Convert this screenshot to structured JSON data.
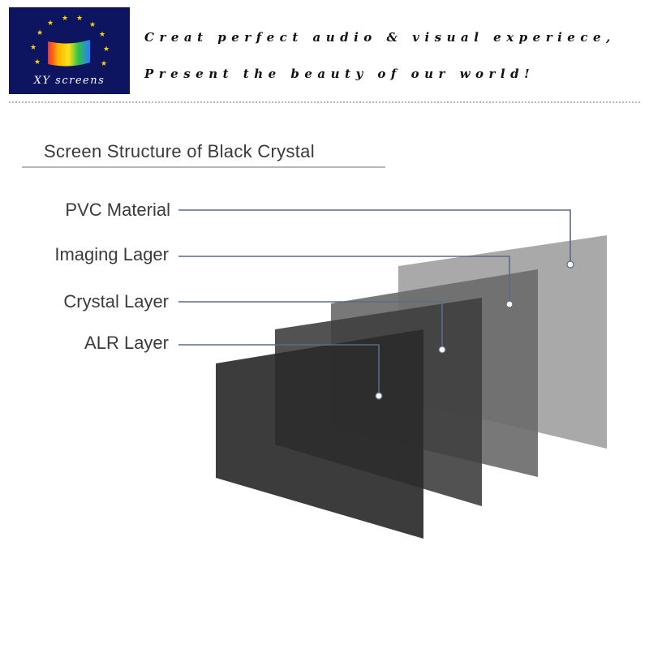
{
  "brand": {
    "name": "XY screens"
  },
  "header": {
    "slogan_line1": "Creat perfect audio & visual experiece,",
    "slogan_line2": "Present the beauty of our world!"
  },
  "diagram": {
    "title": "Screen Structure of Black Crystal",
    "layers": [
      {
        "label": "PVC Material",
        "color": "#a9a9a9"
      },
      {
        "label": "Imaging Lager",
        "color": "#6c6c6c"
      },
      {
        "label": "Crystal Layer",
        "color": "#3f3f3f"
      },
      {
        "label": "ALR Layer",
        "color": "#2b2b2b"
      }
    ],
    "leader_color": "#5a6b85",
    "brand_bg": "#0d1460",
    "star_color": "#ffd200"
  }
}
